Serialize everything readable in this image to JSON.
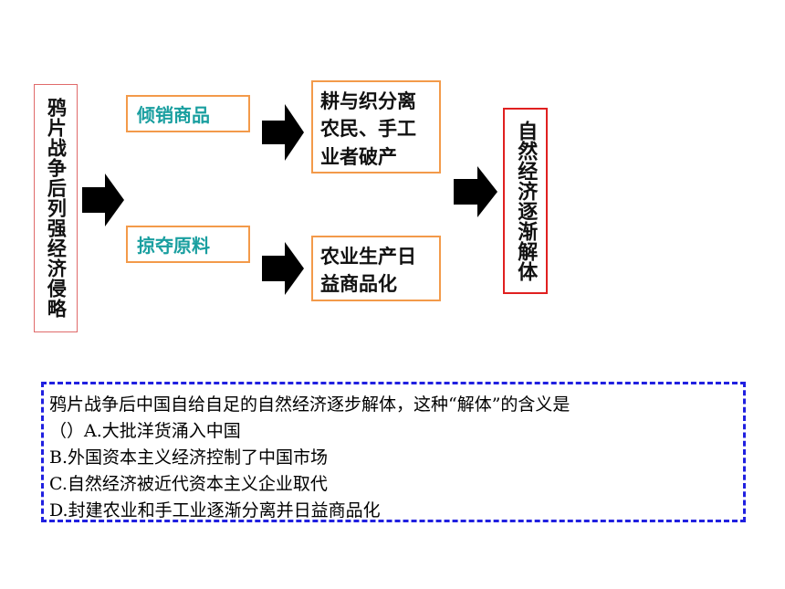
{
  "diagram": {
    "source": "鸦片战争后列强经济侵略",
    "causes": [
      "倾销商品",
      "掠夺原料"
    ],
    "effects": [
      "耕与织分离\n农民、手工\n业者破产",
      "农业生产日\n益商品化"
    ],
    "result": "自然经济逐渐解体"
  },
  "question": {
    "stem": "鸦片战争后中国自给自足的自然经济逐步解体，这种“解体”的含义是",
    "options": [
      "（）A.大批洋货涌入中国",
      "B.外国资本主义经济控制了中国市场",
      "C.自然经济被近代资本主义企业取代",
      "D.封建农业和手工业逐渐分离并日益商品化"
    ]
  },
  "colors": {
    "source_border": "#e06a6a",
    "label_text": "#1a9fa0",
    "label_border": "#f39a4a",
    "result_border": "#e02020",
    "arrow": "#000000",
    "question_border": "#2020e0"
  }
}
